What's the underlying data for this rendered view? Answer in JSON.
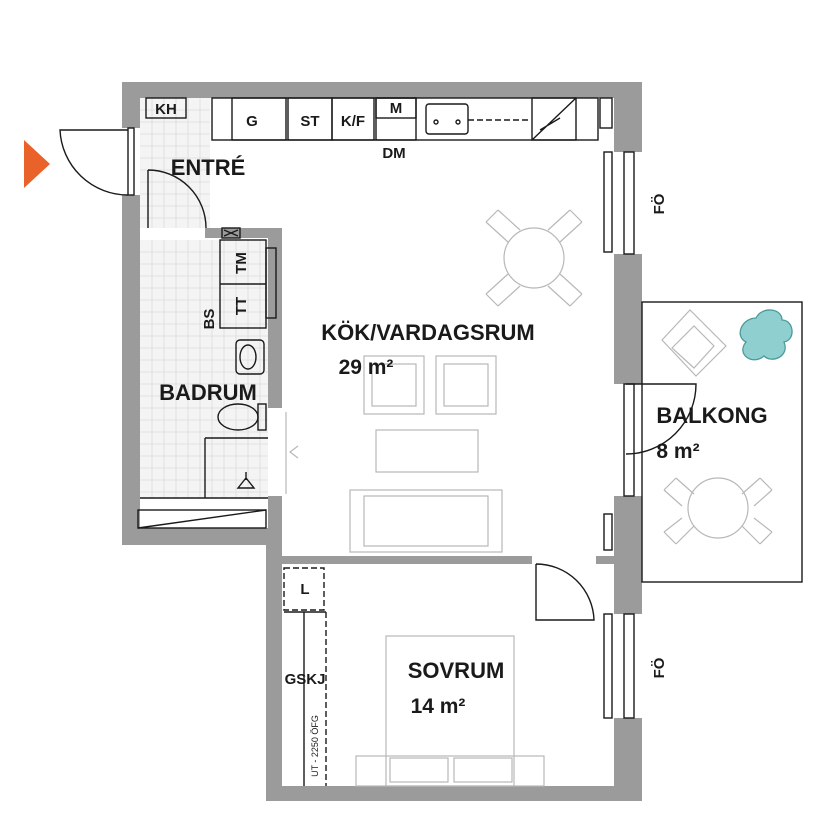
{
  "colors": {
    "entry_arrow": "#e8622a",
    "wall": "#9b9b9b",
    "plant": "#8fcfcf"
  },
  "rooms": {
    "entre": "ENTRÉ",
    "kok_name": "KÖK/VARDAGSRUM",
    "kok_area": "29 m²",
    "badrum": "BADRUM",
    "balkong_name": "BALKONG",
    "balkong_area": "8 m²",
    "sovrum_name": "SOVRUM",
    "sovrum_area": "14 m²"
  },
  "labels": {
    "kh": "KH",
    "g": "G",
    "st": "ST",
    "kf": "K/F",
    "m": "M",
    "dm": "DM",
    "tm": "TM",
    "tt": "TT",
    "bs": "BS",
    "fo_top": "FÖ",
    "fo_bottom": "FÖ",
    "l": "L",
    "gskj": "GSKJ",
    "ut": "UT - 2250 ÖFG"
  },
  "icons": [
    "entry-arrow-icon",
    "plant-icon",
    "floor-drain-icon"
  ]
}
